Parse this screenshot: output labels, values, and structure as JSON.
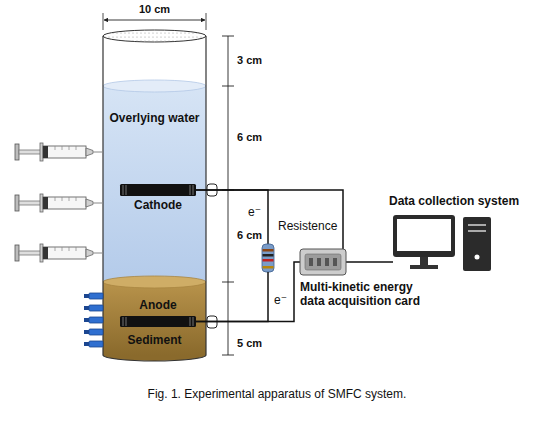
{
  "diagram": {
    "caption": "Fig. 1. Experimental apparatus of SMFC system.",
    "nodes": [
      {
        "text": [
          "Overlying water"
        ]
      },
      {
        "text": [
          "Cathode"
        ],
        "in": 0
      },
      {
        "text": [
          "Sediment"
        ]
      },
      {
        "text": [
          "Anode"
        ],
        "in": 2
      },
      {
        "text": [
          "Resistence"
        ]
      },
      {
        "text": [
          "Multi-kinetic energy data acquisition card"
        ]
      },
      {
        "text": [
          "Data collection system"
        ]
      }
    ],
    "edges": [
      {
        "from": 1,
        "to": 4,
        "arrow": "none",
        "label": "e⁻"
      },
      {
        "from": 4,
        "to": 3,
        "arrow": "none",
        "label": "e⁻"
      },
      {
        "from": 1,
        "to": 5,
        "arrow": "none"
      },
      {
        "from": 3,
        "to": 5,
        "arrow": "none"
      },
      {
        "from": 5,
        "to": 6,
        "arrow": "none"
      }
    ],
    "labels": [
      "10 cm",
      "3 cm",
      "6 cm",
      "6 cm",
      "5 cm"
    ]
  }
}
